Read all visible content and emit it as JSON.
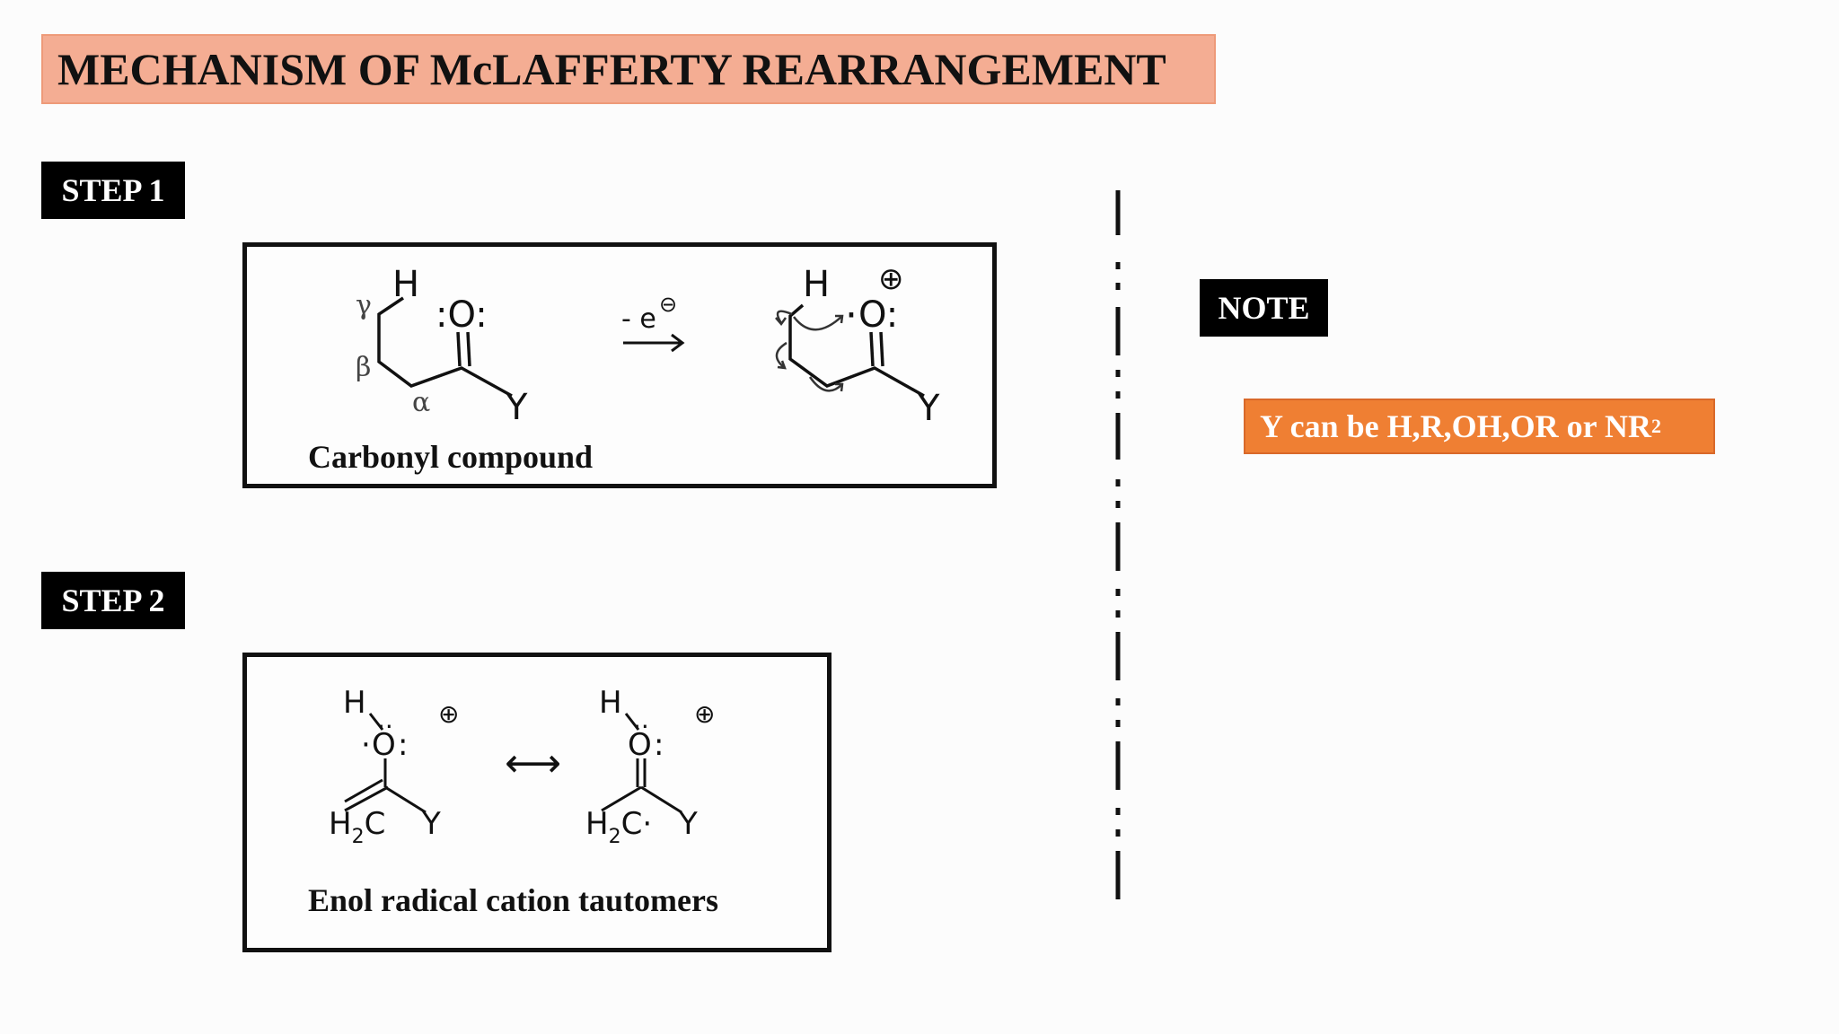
{
  "title": "MECHANISM OF McLAFFERTY REARRANGEMENT",
  "steps": [
    {
      "label": "STEP 1",
      "caption": "Carbonyl compound",
      "reagent": "- e",
      "reagent_charge": "⊖",
      "reactant": {
        "atoms": {
          "H": "H",
          "O": ":O:",
          "Y": "Y"
        },
        "greek": {
          "gamma": "γ",
          "beta": "β",
          "alpha": "α"
        }
      },
      "product": {
        "atoms": {
          "H": "H",
          "O": "O:",
          "Y": "Y"
        },
        "charge": "⊕"
      }
    },
    {
      "label": "STEP 2",
      "caption": "Enol radical cation tautomers",
      "enol": {
        "H": "H",
        "O": "O",
        "C": "H",
        "C_sub": "2",
        "C_rest": "C",
        "Y": "Y"
      },
      "keto": {
        "H": "H",
        "O": "O",
        "C": "H",
        "C_sub": "2",
        "C_rest": "C·",
        "Y": "Y"
      },
      "charge": "⊕",
      "arrow": "⟷"
    }
  ],
  "note": {
    "label": "NOTE",
    "text": "Y can be H,R,OH,OR or NR",
    "subscript": "2"
  },
  "colors": {
    "title_bg": "#f4ad93",
    "note_bg": "#ef7f33",
    "label_bg": "#000000"
  }
}
